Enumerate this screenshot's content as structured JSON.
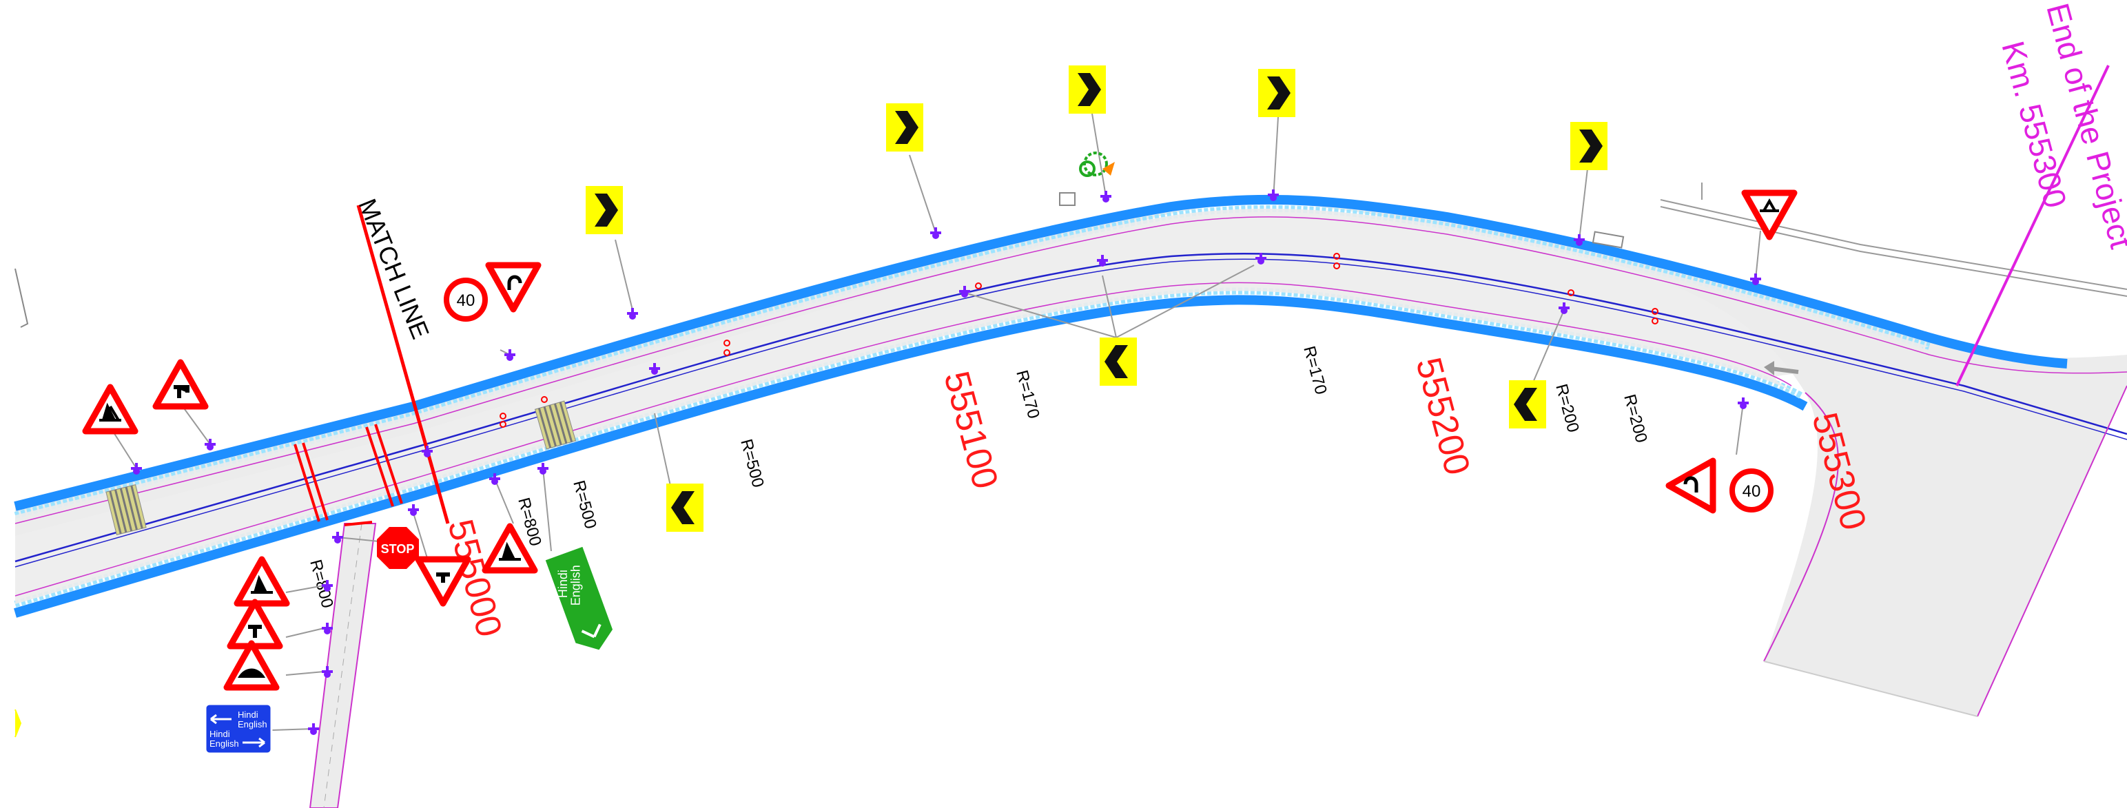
{
  "title": {
    "line1": "End of the Project",
    "line2": "Km. 555300",
    "color": "#e020e0"
  },
  "match_line": {
    "label": "MATCH LINE",
    "color": "#ff0000"
  },
  "chainages": [
    "555000",
    "555100",
    "555200",
    "555300"
  ],
  "chainage_color": "#ff1a1a",
  "radii": {
    "r1": "R=800",
    "r2": "R=800",
    "r3": "R=500",
    "r4": "R=500",
    "r5": "R=170",
    "r6": "R=170",
    "r7": "R=200",
    "r8": "R=200"
  },
  "speed_limits": [
    "40",
    "40"
  ],
  "stop_sign": "STOP",
  "guide_sign_green": {
    "line1": "Hindi",
    "line2": "English",
    "color": "#22aa22"
  },
  "guide_sign_blue": {
    "top1": "Hindi",
    "top2": "English",
    "bottom1": "Hindi",
    "bottom2": "English",
    "color": "#1a3ee6"
  },
  "colors": {
    "road_edge": "#1e8fff",
    "road_edge_inner": "#9de3ff",
    "carriageway": "#ececec",
    "centerline": "#2222cc",
    "shoulder_line": "#cc33cc",
    "chevron_bg": "#ffff00",
    "chevron_fg": "#111111",
    "warning_red": "#ff0000",
    "post_marker": "#7a1cff",
    "tree": "#22aa22"
  },
  "icons": [
    "chevron-sign-icon",
    "warning-triangle-icon",
    "speed-limit-icon",
    "stop-sign-icon",
    "tree-icon",
    "arrow-icon"
  ]
}
